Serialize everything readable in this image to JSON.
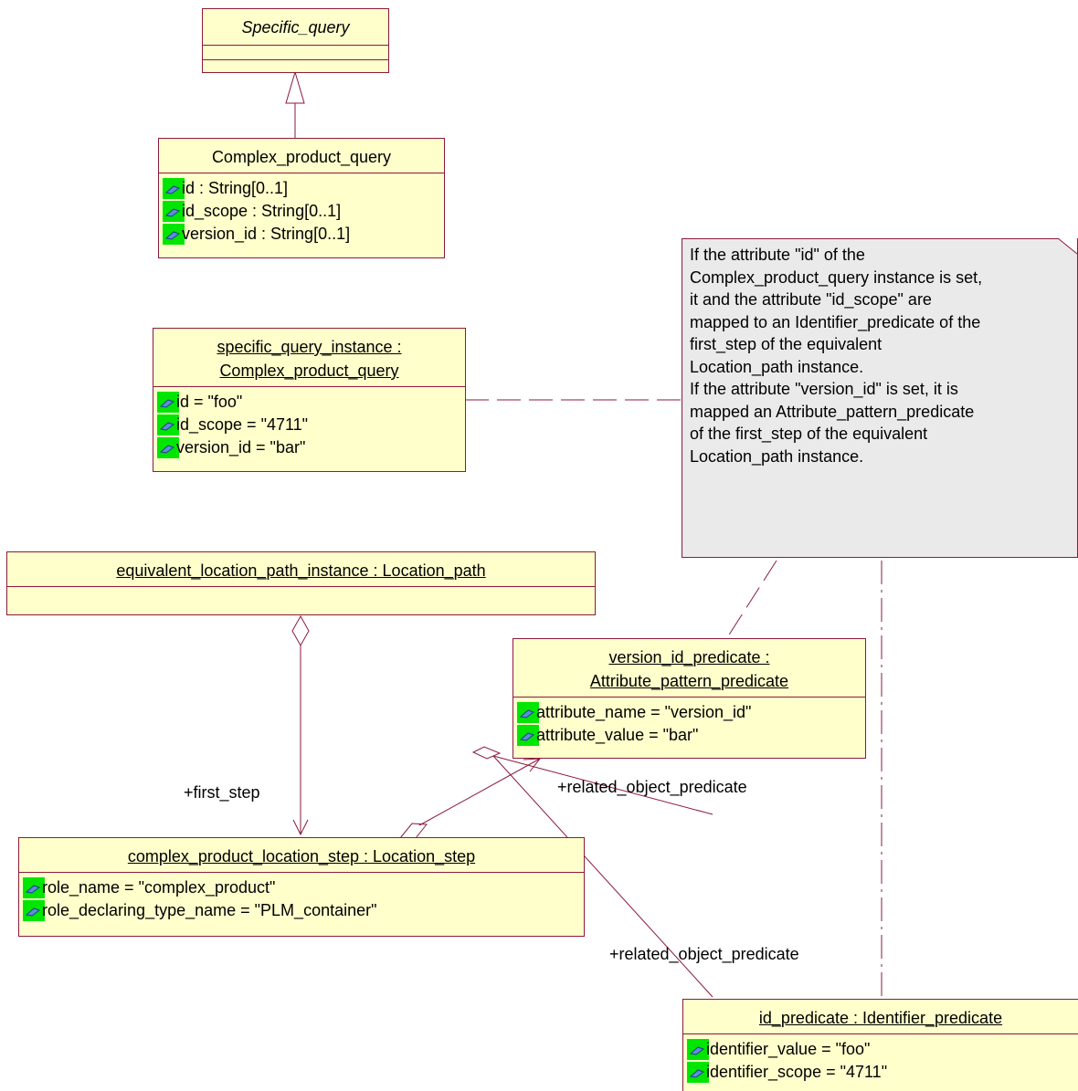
{
  "specific_query": {
    "title": "Specific_query"
  },
  "complex_product_query": {
    "title": "Complex_product_query",
    "attrs": [
      "id : String[0..1]",
      "id_scope : String[0..1]",
      "version_id : String[0..1]"
    ]
  },
  "specific_query_instance": {
    "title_line1": "specific_query_instance :",
    "title_line2": "Complex_product_query",
    "attrs": [
      "id = \"foo\"",
      "id_scope = \"4711\"",
      "version_id = \"bar\""
    ]
  },
  "note": {
    "lines": [
      "If the attribute \"id\" of the",
      "Complex_product_query instance is set,",
      "it and the attribute \"id_scope\" are",
      "mapped to an Identifier_predicate of the",
      "first_step of the equivalent",
      "Location_path instance.",
      "If the attribute \"version_id\" is set, it is",
      "mapped an Attribute_pattern_predicate",
      "of the first_step of the equivalent",
      "Location_path instance."
    ]
  },
  "equivalent_location_path": {
    "title": "equivalent_location_path_instance : Location_path"
  },
  "version_id_predicate": {
    "title_line1": "version_id_predicate :",
    "title_line2": "Attribute_pattern_predicate",
    "attrs": [
      "attribute_name = \"version_id\"",
      "attribute_value = \"bar\""
    ]
  },
  "complex_product_location_step": {
    "title": "complex_product_location_step : Location_step",
    "attrs": [
      "role_name = \"complex_product\"",
      "role_declaring_type_name = \"PLM_container\""
    ]
  },
  "id_predicate": {
    "title": "id_predicate : Identifier_predicate",
    "attrs": [
      "identifier_value = \"foo\"",
      "identifier_scope = \"4711\""
    ]
  },
  "labels": {
    "first_step": "+first_step",
    "related_object_predicate_1": "+related_object_predicate",
    "related_object_predicate_2": "+related_object_predicate"
  },
  "colors": {
    "line": "#8b1a3c",
    "box_fill": "#ffffcc",
    "note_fill": "#eaeaea",
    "icon_bg": "#00e600"
  }
}
